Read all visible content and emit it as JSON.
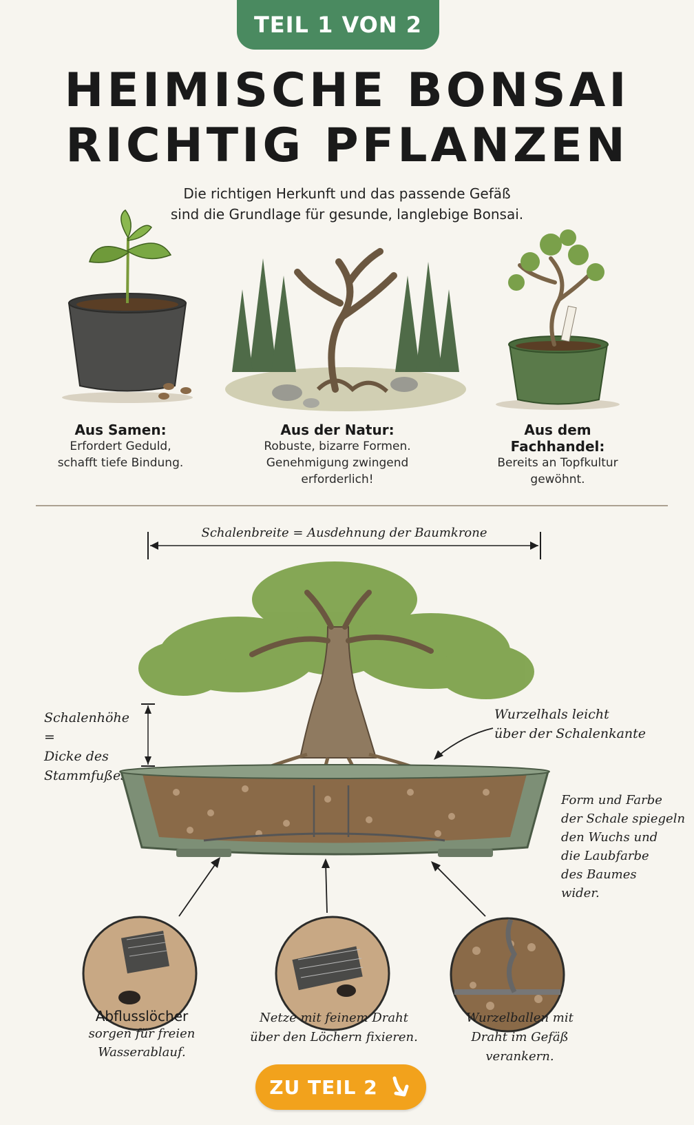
{
  "header": {
    "tab_label": "TEIL 1 VON 2",
    "title_line1": "HEIMISCHE BONSAI",
    "title_line2": "RICHTIG PFLANZEN",
    "subtitle_line1": "Die richtigen Herkunft und das passende Gefäß",
    "subtitle_line2": "sind die Grundlage für gesunde, langlebige Bonsai."
  },
  "sources": [
    {
      "title": "Aus Samen:",
      "lines": [
        "Erfordert Geduld,",
        "schafft tiefe Bindung."
      ]
    },
    {
      "title": "Aus der Natur:",
      "lines": [
        "Robuste, bizarre Formen.",
        "Genehmigung zwingend",
        "erforderlich!"
      ]
    },
    {
      "title": "Aus dem Fachhandel:",
      "lines": [
        "Bereits an Topfkultur",
        "gewöhnt."
      ]
    }
  ],
  "diagram": {
    "width_label": "Schalenbreite = Ausdehnung der Baumkrone",
    "height_label": [
      "Schalenhöhe =",
      "Dicke des",
      "Stammfußes"
    ],
    "neck_label": [
      "Wurzelhals leicht",
      "über der Schalenkante"
    ],
    "form_label": [
      "Form und Farbe",
      "der Schale spiegeln",
      "den Wuchs und",
      "die Laubfarbe",
      "des Baumes",
      "wider."
    ]
  },
  "details": [
    {
      "title": "Abflusslöcher",
      "lines": [
        "sorgen für freien",
        "Wasserablauf."
      ]
    },
    {
      "title": "",
      "lines": [
        "Netze mit feinem Draht",
        "über den Löchern fixieren."
      ]
    },
    {
      "title": "",
      "lines": [
        "Wurzelballen mit",
        "Draht im Gefäß",
        "verankern."
      ]
    }
  ],
  "cta": {
    "label": "ZU TEIL 2"
  },
  "colors": {
    "tab_green": "#4a8a60",
    "cta_orange": "#f2a21c",
    "background": "#f7f5ef"
  }
}
